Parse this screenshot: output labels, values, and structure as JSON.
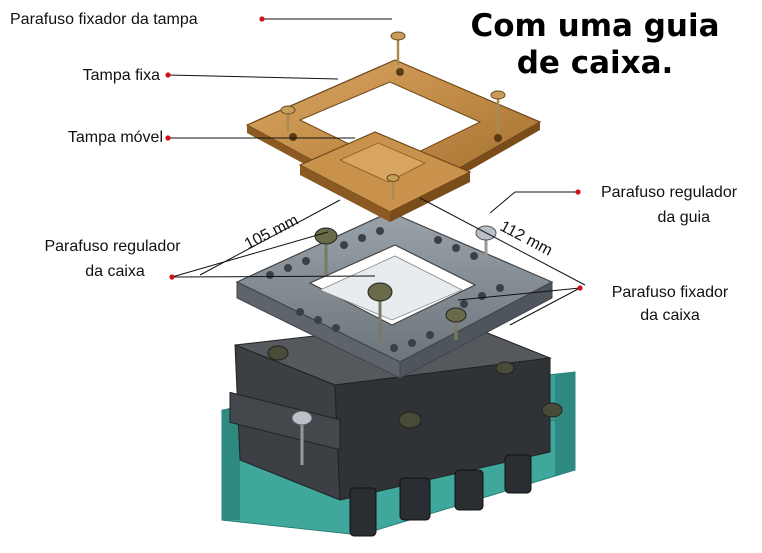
{
  "title": {
    "line1": "Com uma guia",
    "line2": "de caixa."
  },
  "labels": {
    "parafuso_fixador_tampa": "Parafuso fixador da tampa",
    "tampa_fixa": "Tampa fixa",
    "tampa_movel": "Tampa móvel",
    "parafuso_regulador_guia_1": "Parafuso regulador",
    "parafuso_regulador_guia_2": "da guia",
    "parafuso_regulador_caixa_1": "Parafuso regulador",
    "parafuso_regulador_caixa_2": "da caixa",
    "parafuso_fixador_caixa_1": "Parafuso fixador",
    "parafuso_fixador_caixa_2": "da caixa"
  },
  "dimensions": {
    "width_label": "105 mm",
    "depth_label": "112 mm"
  },
  "colors": {
    "leader_dot": "#d0101a",
    "brass": "#c08a46",
    "brass_dark": "#8a5a22",
    "gray_frame": "#7d858e",
    "dark_box": "#3c3f43",
    "teal_rail": "#4fb8ad"
  }
}
